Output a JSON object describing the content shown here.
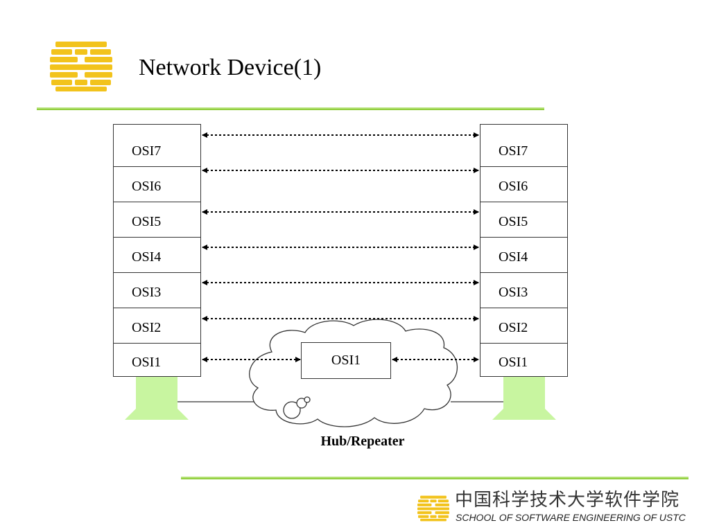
{
  "slide": {
    "title": "Network Device(1)",
    "hub_caption": "Hub/Repeater",
    "hub_layer": "OSI1"
  },
  "stacks": {
    "left": [
      "OSI7",
      "OSI6",
      "OSI5",
      "OSI4",
      "OSI3",
      "OSI2",
      "OSI1"
    ],
    "right": [
      "OSI7",
      "OSI6",
      "OSI5",
      "OSI4",
      "OSI3",
      "OSI2",
      "OSI1"
    ]
  },
  "footer": {
    "chinese_name": "中国科学技术大学软件学院",
    "english_name": "SCHOOL OF SOFTWARE ENGINEERING OF USTC"
  },
  "colors": {
    "logo_gold": "#f2c31c",
    "rule_green": "#8fcf30",
    "computer_green": "#c8f5a0",
    "outline": "#333333"
  },
  "icons": {
    "header_logo": "ustc-logo-icon",
    "footer_logo": "ustc-logo-icon",
    "computer": "computer-icon",
    "network_cloud": "cloud-icon"
  }
}
